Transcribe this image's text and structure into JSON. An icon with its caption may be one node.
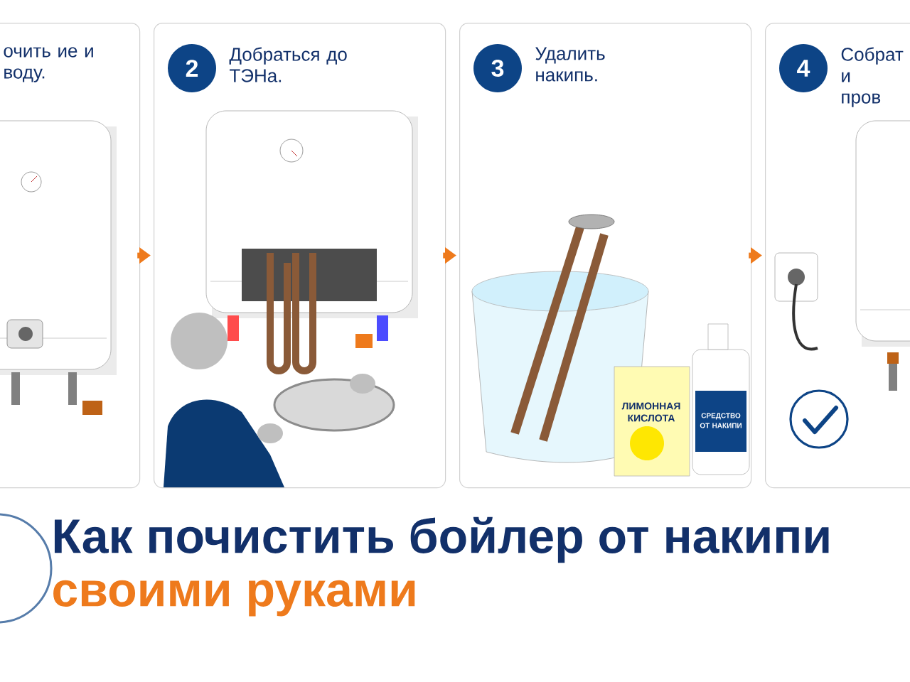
{
  "diagram": {
    "nodes": [
      {
        "text": [
          "очить ие и воду."
        ]
      },
      {
        "text": [
          "2",
          "Добраться до ТЭНа."
        ]
      },
      {
        "text": [
          "3",
          "Удалить накипь."
        ]
      },
      {
        "text": [
          "4",
          "Собрат и пров"
        ]
      }
    ],
    "edges": [
      {
        "from": 0,
        "to": 1,
        "arrow": "to"
      },
      {
        "from": 1,
        "to": 2,
        "arrow": "to"
      },
      {
        "from": 2,
        "to": 3,
        "arrow": "to"
      }
    ],
    "labels": [
      "Как почистить бойлер от накипи",
      "своими руками",
      "ЛИМОННАЯ КИСЛОТА",
      "СРЕДСТВО ОТ НАКИПИ"
    ]
  }
}
